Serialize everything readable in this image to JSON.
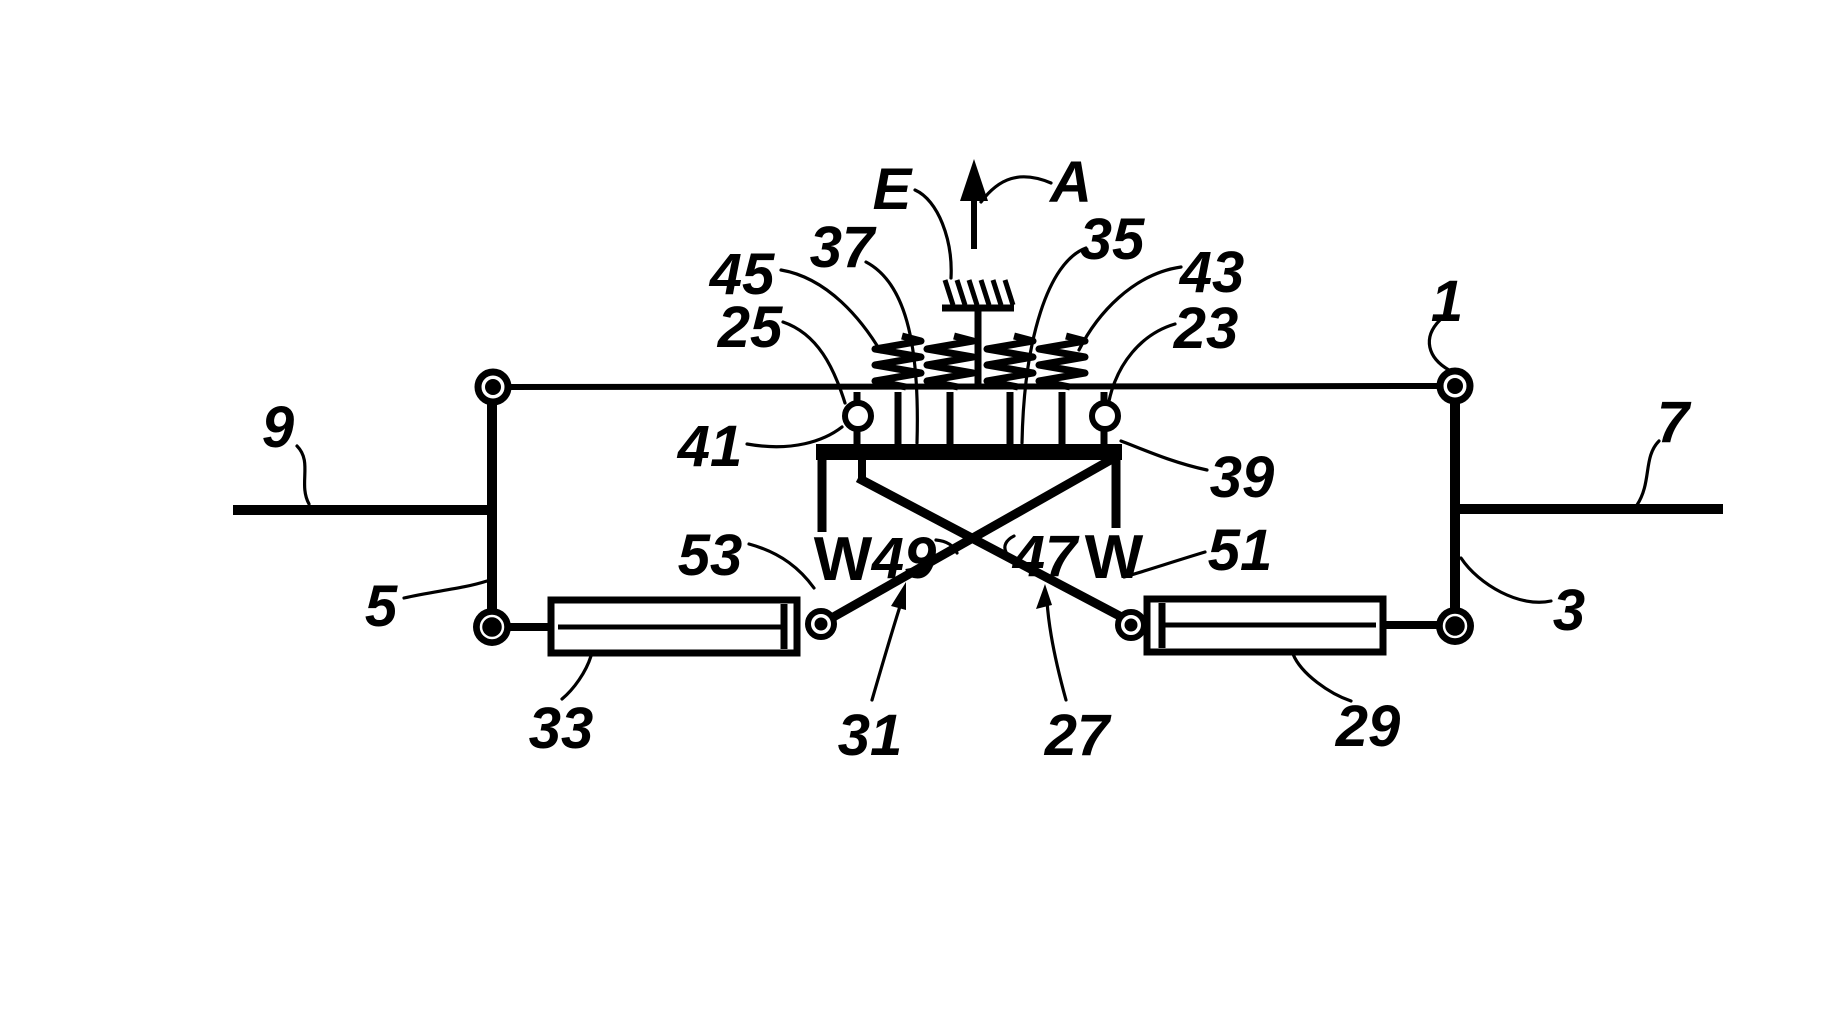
{
  "figure": {
    "kind": "patent-line-drawing",
    "paper_color": "#ffffff",
    "ink_color": "#000000",
    "reference_labels": {
      "e": "E",
      "a": "A",
      "n1": "1",
      "n3": "3",
      "n5": "5",
      "n7": "7",
      "n9": "9",
      "n23": "23",
      "n25": "25",
      "n27": "27",
      "n29": "29",
      "n31": "31",
      "n33": "33",
      "n35": "35",
      "n37": "37",
      "n39": "39",
      "n41": "41",
      "n43": "43",
      "n45": "45",
      "n47": "47",
      "n49": "49",
      "n51": "51",
      "n53": "53"
    },
    "symbols": {
      "spring": "W"
    }
  }
}
